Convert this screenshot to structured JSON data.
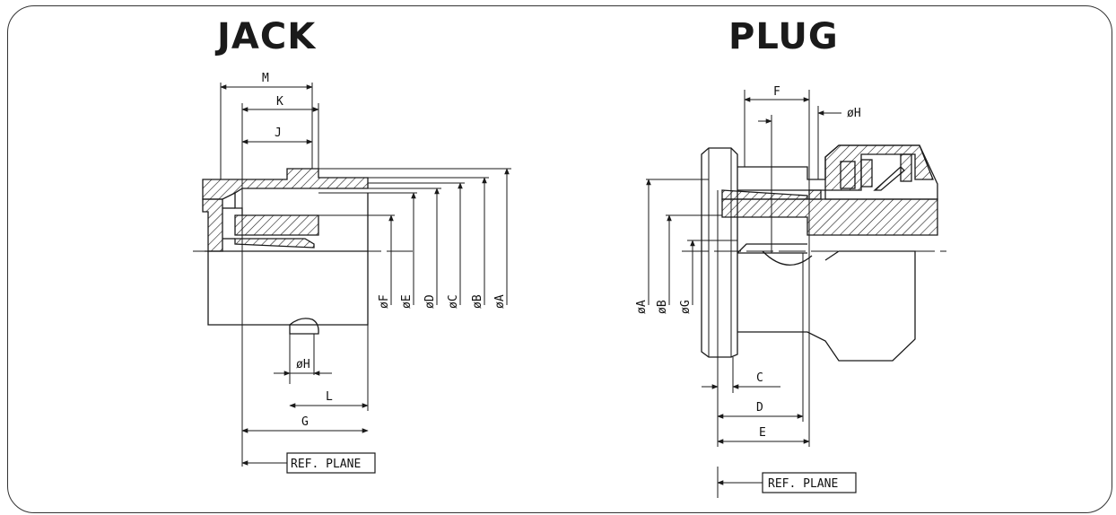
{
  "jack": {
    "title": "JACK",
    "labels": {
      "M": "M",
      "K": "K",
      "J": "J",
      "G": "G",
      "L": "L",
      "H": "øH",
      "F": "øF",
      "E": "øE",
      "D": "øD",
      "C": "øC",
      "B": "øB",
      "A": "øA"
    },
    "ref_plane": "REF. PLANE"
  },
  "plug": {
    "title": "PLUG",
    "labels": {
      "F": "F",
      "H": "øH",
      "A": "øA",
      "B": "øB",
      "G": "øG",
      "C": "C",
      "D": "D",
      "E": "E"
    },
    "ref_plane": "REF. PLANE"
  },
  "colors": {
    "line": "#1a1a1a",
    "frame": "#333333"
  }
}
